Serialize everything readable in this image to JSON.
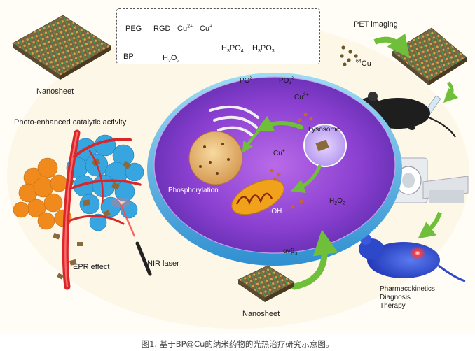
{
  "legend": {
    "peg": "PEG",
    "rgd": "RGD",
    "cu2": "Cu",
    "cu2_sup": "2+",
    "cu1": "Cu",
    "cu1_sup": "+",
    "h3po4": "H",
    "h3po4_sub": "3",
    "h3po4_tail": "PO",
    "h3po4_sub2": "4",
    "h3po3": "H",
    "h3po3_sub": "3",
    "h3po3_tail": "PO",
    "h3po3_sub2": "3",
    "bp": "BP",
    "h2o2": "H",
    "h2o2_sub": "2",
    "h2o2_tail": "O",
    "h2o2_sub2": "2"
  },
  "labels": {
    "nanosheet_top": "Nanosheet",
    "pet_imaging": "PET imaging",
    "cu64_sup": "64",
    "cu64": "Cu",
    "photo_enhanced": "Photo-enhanced catalytic activity",
    "po3": "PO",
    "po3_sup": "3-",
    "po4": "PO",
    "po4_sub": "4",
    "po4_sup": "3-",
    "cu2_cell": "Cu",
    "cu2_cell_sup": "2+",
    "lysosome": "Lysosome",
    "cu1_cell": "Cu",
    "cu1_cell_sup": "+",
    "phosphorylation": "Phosphorylation",
    "oh": "·OH",
    "h2o2_cell": "H",
    "h2o2_cell_sub": "2",
    "h2o2_cell_tail": "O",
    "h2o2_cell_sub2": "2",
    "avb3": "αvβ",
    "avb3_sub": "3",
    "epr": "EPR effect",
    "nir": "NIR laser",
    "nanosheet_bottom": "Nanosheet",
    "pharmacokinetics": "Pharmacokinetics",
    "diagnosis": "Diagnosis",
    "therapy": "Therapy"
  },
  "caption": "图1. 基于BP@Cu的纳米药物的光热治疗研究示意图。",
  "colors": {
    "cell_purple": "#8a3fd0",
    "cell_blue": "#4fb6e8",
    "arrow_green": "#6fbf3b",
    "vessel_red": "#d8262a",
    "tumor_blue": "#37a6e0",
    "tumor_orange": "#f08a1c",
    "nanosheet_brown": "#6b5a3a",
    "nanosheet_peg": "#d9a54a",
    "nanosheet_green": "#3aa05a",
    "mouse_blue": "#3a58d8"
  },
  "icons": [
    "peg-icon",
    "rgd-icon",
    "cu2-icon",
    "cu1-icon",
    "h3po4-icon",
    "h3po3-icon",
    "bp-icon",
    "h2o2-icon",
    "nanosheet-icon",
    "mouse-icon",
    "pet-scanner-icon",
    "syringe-icon",
    "laser-icon",
    "mitochondrion-icon",
    "lysosome-icon",
    "golgi-icon",
    "nucleus-icon",
    "tumor-icon",
    "blood-vessel-icon"
  ]
}
